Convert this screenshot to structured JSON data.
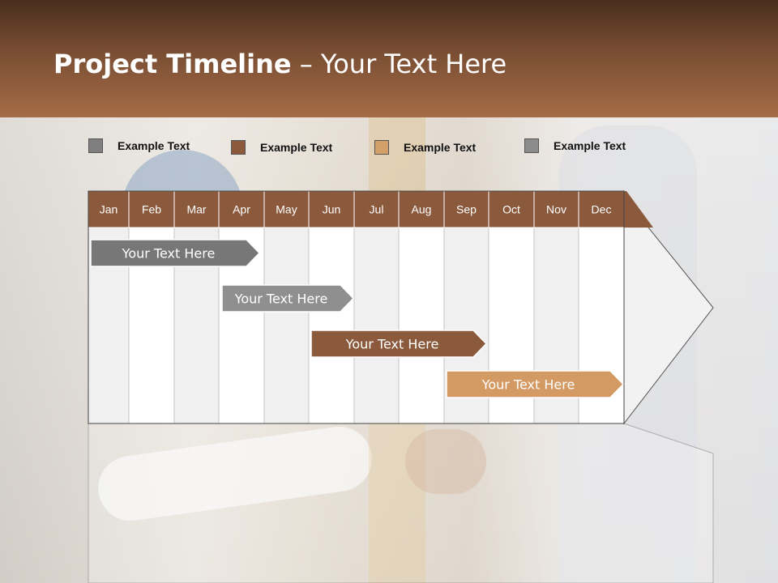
{
  "title": {
    "bold": "Project Timeline",
    "rest": " – Your Text Here"
  },
  "legend": [
    {
      "label": "Example Text",
      "color": "#7f7f7f"
    },
    {
      "label": "Example Text",
      "color": "#8b5a3c"
    },
    {
      "label": "Example Text",
      "color": "#d4a06a"
    },
    {
      "label": "Example Text",
      "color": "#8c8c8c"
    }
  ],
  "months": [
    "Jan",
    "Feb",
    "Mar",
    "Apr",
    "May",
    "Jun",
    "Jul",
    "Aug",
    "Sep",
    "Oct",
    "Nov",
    "Dec"
  ],
  "colors": {
    "header_band": "#8b5a3c",
    "gray_bar": "#777777",
    "gray_bar2": "#8f8f8f",
    "brown_bar": "#8b5a3c",
    "tan_bar": "#d39a63"
  },
  "bars": [
    {
      "label": "Your  Text Here",
      "start_month": "Jan",
      "end_month": "Apr",
      "color_key": "gray_bar"
    },
    {
      "label": "Your  Text Here",
      "start_month": "Apr",
      "end_month": "Jun",
      "color_key": "gray_bar2"
    },
    {
      "label": "Your  Text Here",
      "start_month": "Jun",
      "end_month": "Sep",
      "color_key": "brown_bar"
    },
    {
      "label": "Your  Text Here",
      "start_month": "Sep",
      "end_month": "Dec",
      "color_key": "tan_bar"
    }
  ]
}
